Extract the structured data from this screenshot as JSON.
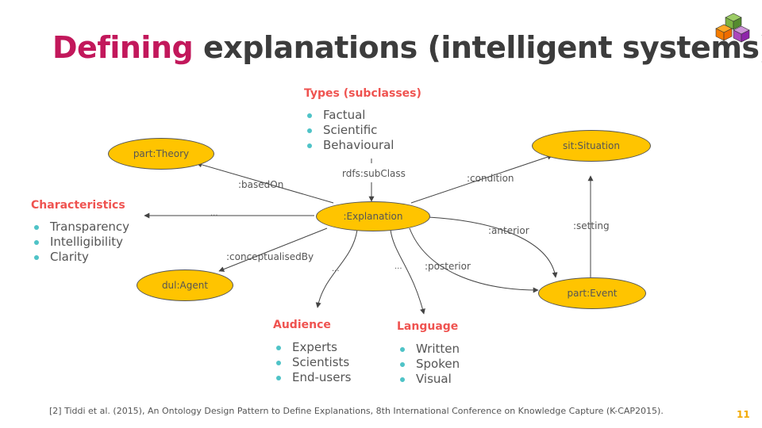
{
  "title": {
    "highlight": "Defining",
    "rest": " explanations (intelligent systems)"
  },
  "types": {
    "heading": "Types (subclasses)",
    "items": [
      "Factual",
      "Scientific",
      "Behavioural"
    ]
  },
  "characteristics": {
    "heading": "Characteristics",
    "items": [
      "Transparency",
      "Intelligibility",
      "Clarity"
    ]
  },
  "audience": {
    "heading": "Audience",
    "items": [
      "Experts",
      "Scientists",
      "End-users"
    ]
  },
  "language": {
    "heading": "Language",
    "items": [
      "Written",
      "Spoken",
      "Visual"
    ]
  },
  "nodes": {
    "explanation": ":Explanation",
    "theory": "part:Theory",
    "situation": "sit:Situation",
    "agent": "dul:Agent",
    "event": "part:Event"
  },
  "edges": {
    "subclass": "rdfs:subClass",
    "based_on": ":basedOn",
    "condition": ":condition",
    "characteristics": "...",
    "conceptualised_by": ":conceptualisedBy",
    "audience": "...",
    "language": "...",
    "posterior": ":posterior",
    "anterior": ":anterior",
    "setting": ":setting"
  },
  "citation": "[2] Tiddi et al. (2015), An Ontology Design Pattern to Define Explanations, 8th International Conference on Knowledge Capture (K-CAP2015).",
  "page_number": "11",
  "colors": {
    "accent": "#c2185b",
    "heading": "#ef5350",
    "node_fill": "#ffc400",
    "bullet": "#4fc3c7",
    "page_number": "#f2a900"
  },
  "logo_icon": "colored-blocks-logo"
}
